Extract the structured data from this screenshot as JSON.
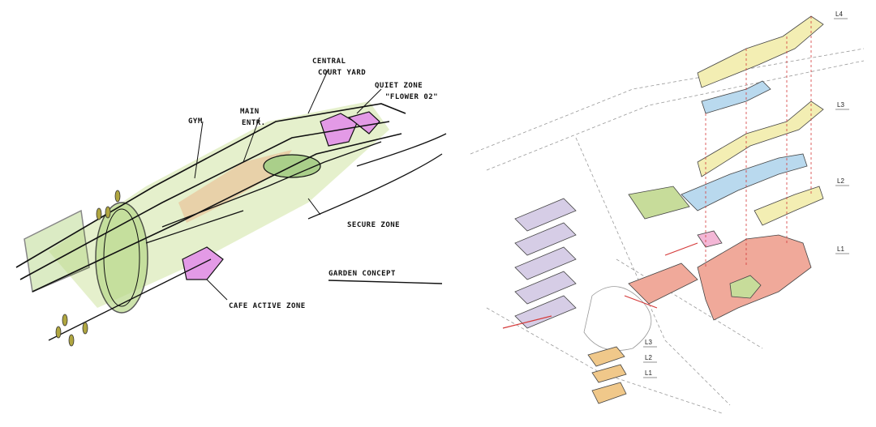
{
  "sketch": {
    "labels": {
      "central": "CENTRAL",
      "central2": "COURT YARD",
      "quiet": "QUIET ZONE",
      "quiet2": "\"FLOWER 02\"",
      "gym": "GYM",
      "main": "MAIN",
      "main2": "ENTR.",
      "secure": "SECURE ZONE",
      "garden": "GARDEN CONCEPT",
      "cafe": "CAFE ACTIVE ZONE"
    }
  },
  "axo": {
    "levels": {
      "l4": "L4",
      "l3": "L3",
      "l2": "L2",
      "l1": "L1",
      "s_l3": "L3",
      "s_l2": "L2",
      "s_l1": "L1"
    },
    "colors": {
      "yellow": "#f3eeb3",
      "blue": "#b9d9ee",
      "green": "#c7dc9a",
      "salmon": "#f0a99a",
      "pink": "#f3b7d6",
      "lavender": "#d6cde6",
      "orange": "#f0c88a",
      "red": "#d43a3a"
    }
  }
}
